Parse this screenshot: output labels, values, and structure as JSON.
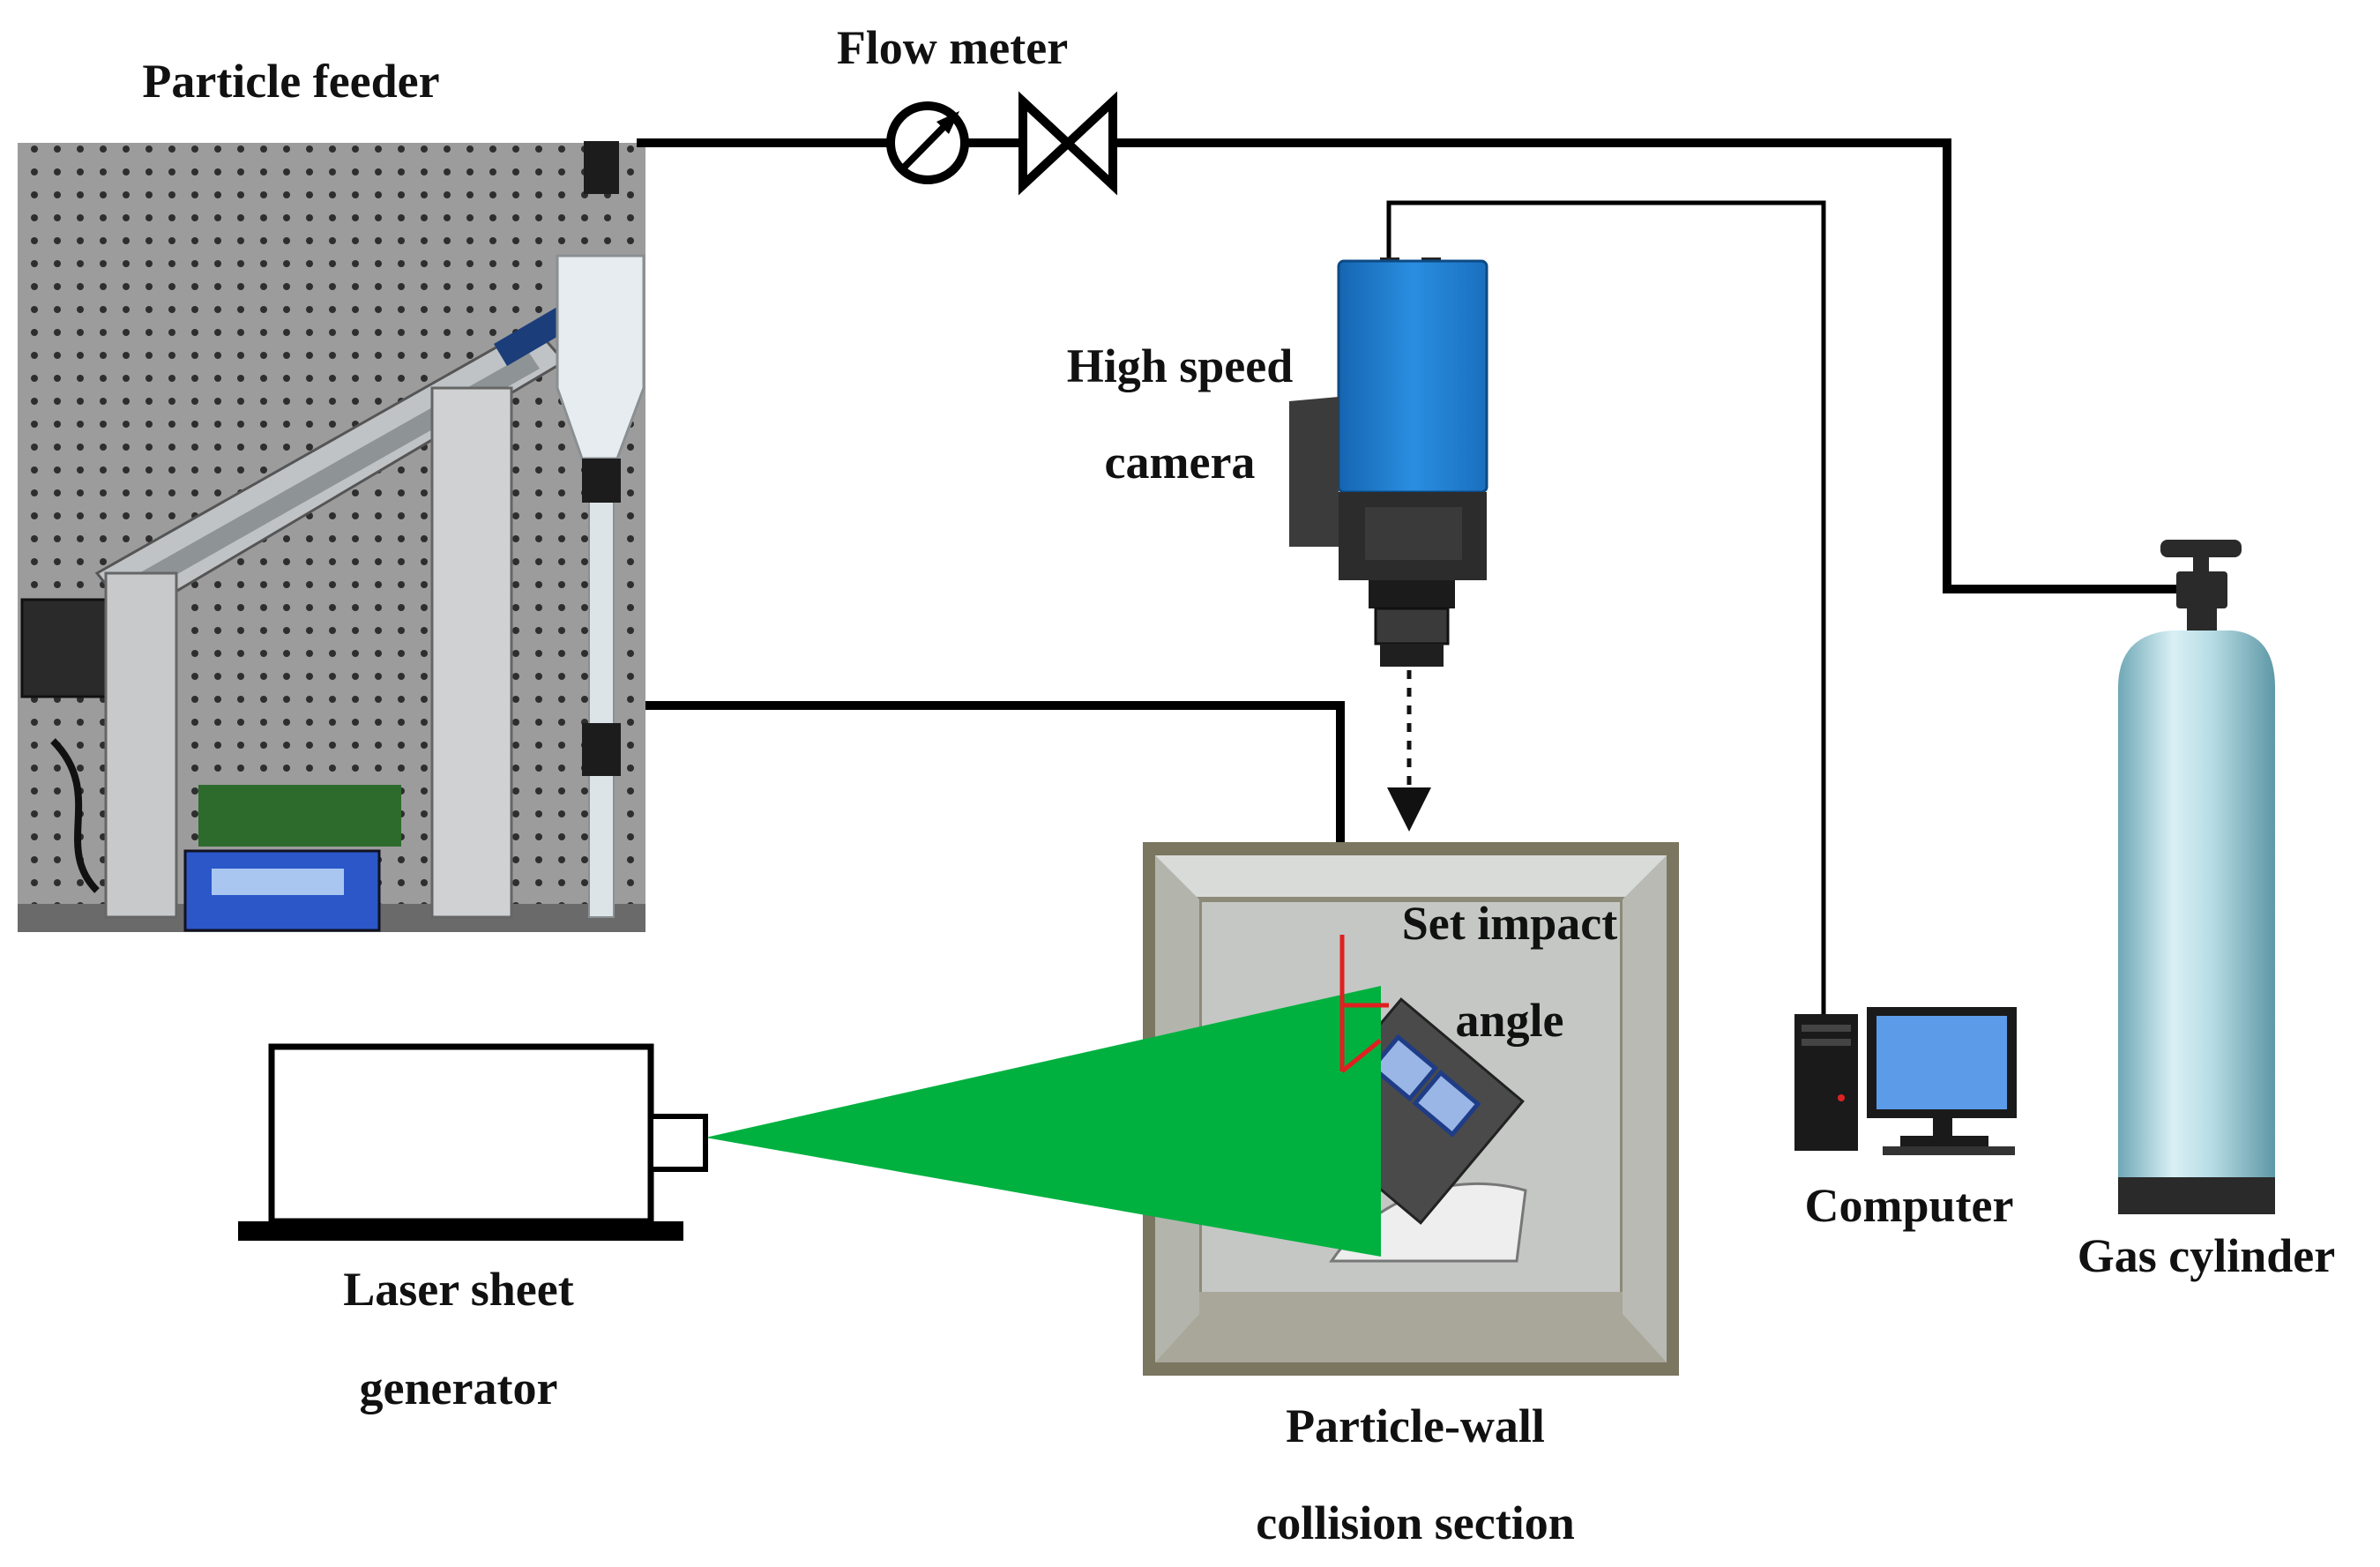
{
  "labels": {
    "particle_feeder": "Particle feeder",
    "flow_meter": "Flow meter",
    "high_speed_line1": "High speed",
    "high_speed_line2": "camera",
    "set_impact_line1": "Set impact",
    "set_impact_line2": "angle",
    "computer": "Computer",
    "gas_cylinder": "Gas cylinder",
    "laser_line1": "Laser sheet",
    "laser_line2": "generator",
    "collision_line1": "Particle-wall",
    "collision_line2": "collision section"
  },
  "colors": {
    "laser_sheet": "#00b140",
    "camera_body": "#1f7fd0",
    "cylinder_body": "#a8d4de",
    "monitor_screen": "#5b9be8",
    "angle_line": "#e02020"
  }
}
